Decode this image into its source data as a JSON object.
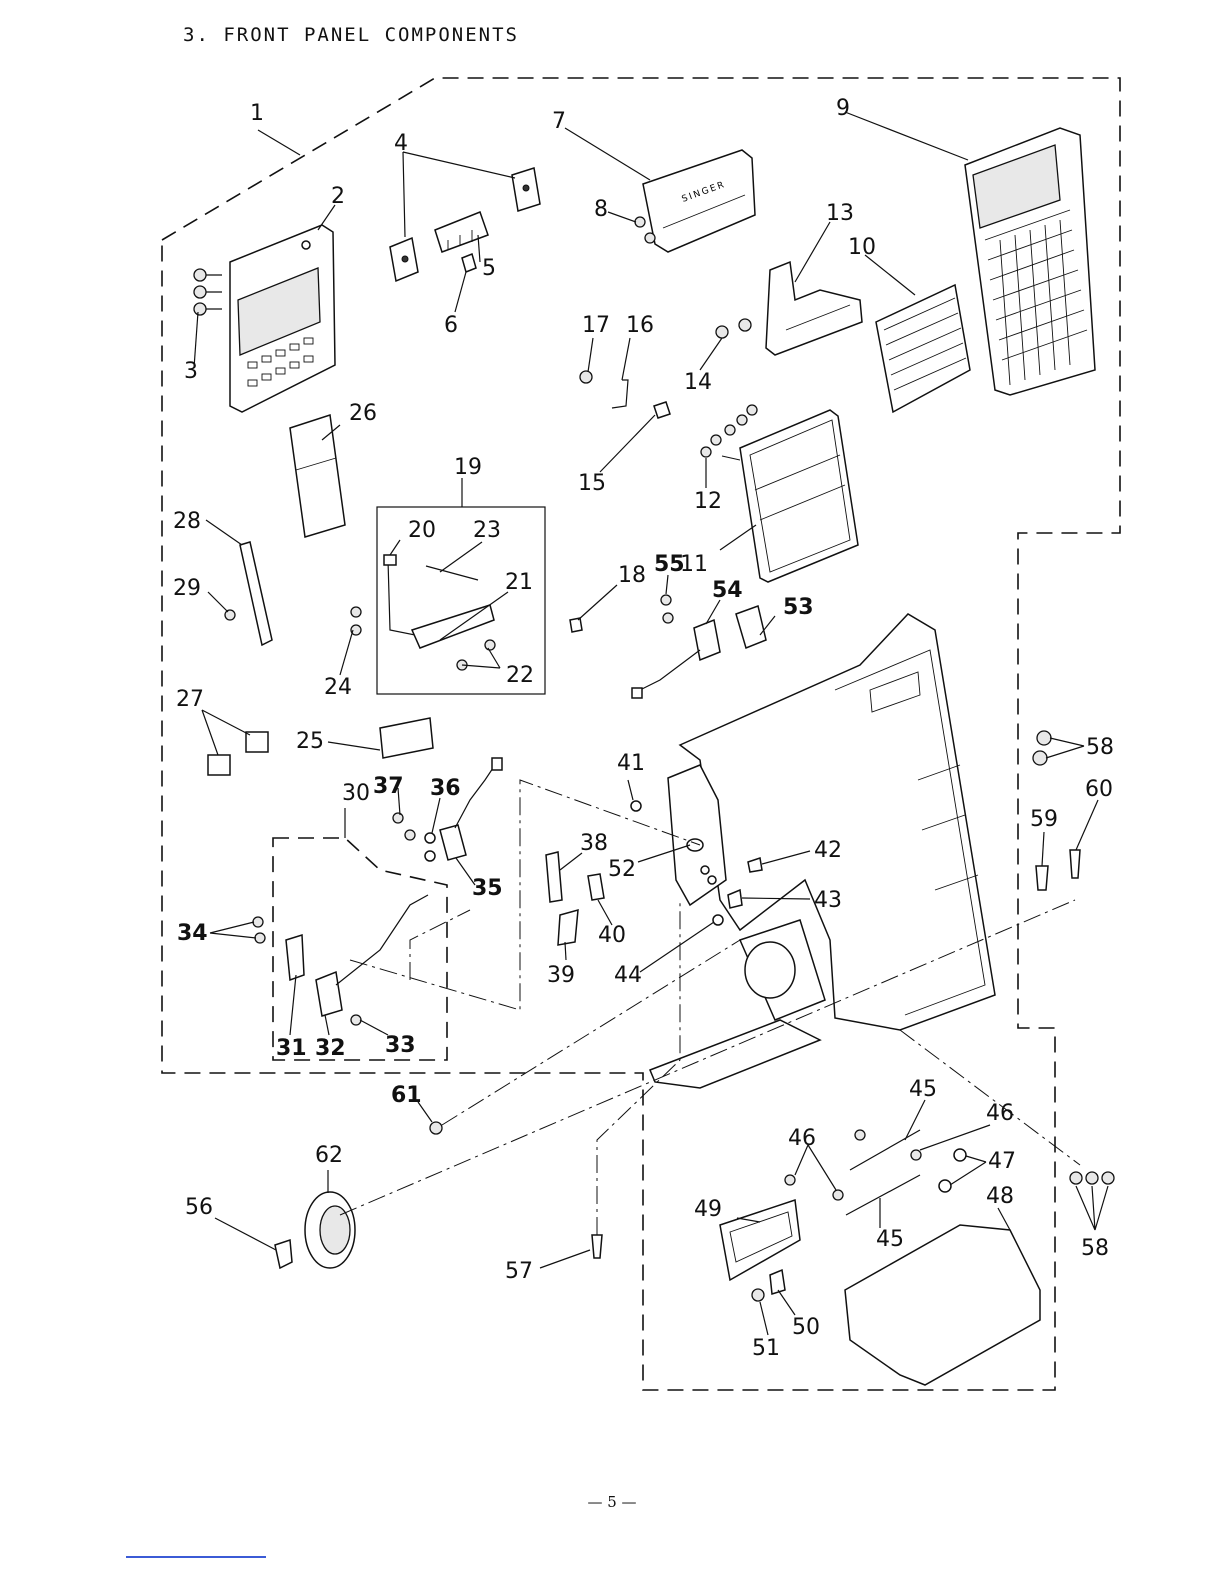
{
  "page": {
    "heading": "3. FRONT PANEL COMPONENTS",
    "page_number": "— 5 —"
  },
  "diagram": {
    "brand_text": "SINGER",
    "callouts": [
      {
        "id": "c1",
        "text": "1"
      },
      {
        "id": "c2",
        "text": "2"
      },
      {
        "id": "c3",
        "text": "3"
      },
      {
        "id": "c4",
        "text": "4"
      },
      {
        "id": "c5",
        "text": "5"
      },
      {
        "id": "c6",
        "text": "6"
      },
      {
        "id": "c7",
        "text": "7"
      },
      {
        "id": "c8",
        "text": "8"
      },
      {
        "id": "c9",
        "text": "9"
      },
      {
        "id": "c10",
        "text": "10"
      },
      {
        "id": "c11",
        "text": "11"
      },
      {
        "id": "c12",
        "text": "12"
      },
      {
        "id": "c13",
        "text": "13"
      },
      {
        "id": "c14",
        "text": "14"
      },
      {
        "id": "c15",
        "text": "15"
      },
      {
        "id": "c16",
        "text": "16"
      },
      {
        "id": "c17",
        "text": "17"
      },
      {
        "id": "c18",
        "text": "18"
      },
      {
        "id": "c19",
        "text": "19"
      },
      {
        "id": "c20",
        "text": "20"
      },
      {
        "id": "c21",
        "text": "21"
      },
      {
        "id": "c22",
        "text": "22"
      },
      {
        "id": "c23",
        "text": "23"
      },
      {
        "id": "c24",
        "text": "24"
      },
      {
        "id": "c25",
        "text": "25"
      },
      {
        "id": "c26",
        "text": "26"
      },
      {
        "id": "c27",
        "text": "27"
      },
      {
        "id": "c28",
        "text": "28"
      },
      {
        "id": "c29",
        "text": "29"
      },
      {
        "id": "c30",
        "text": "30"
      },
      {
        "id": "c31",
        "text": "31"
      },
      {
        "id": "c32",
        "text": "32"
      },
      {
        "id": "c33",
        "text": "33"
      },
      {
        "id": "c34",
        "text": "34"
      },
      {
        "id": "c35",
        "text": "35"
      },
      {
        "id": "c36",
        "text": "36"
      },
      {
        "id": "c37",
        "text": "37"
      },
      {
        "id": "c38",
        "text": "38"
      },
      {
        "id": "c39",
        "text": "39"
      },
      {
        "id": "c40",
        "text": "40"
      },
      {
        "id": "c41",
        "text": "41"
      },
      {
        "id": "c42",
        "text": "42"
      },
      {
        "id": "c43",
        "text": "43"
      },
      {
        "id": "c44",
        "text": "44"
      },
      {
        "id": "c45a",
        "text": "45"
      },
      {
        "id": "c45b",
        "text": "45"
      },
      {
        "id": "c46a",
        "text": "46"
      },
      {
        "id": "c46b",
        "text": "46"
      },
      {
        "id": "c47",
        "text": "47"
      },
      {
        "id": "c48",
        "text": "48"
      },
      {
        "id": "c49",
        "text": "49"
      },
      {
        "id": "c50",
        "text": "50"
      },
      {
        "id": "c51",
        "text": "51"
      },
      {
        "id": "c52",
        "text": "52"
      },
      {
        "id": "c53",
        "text": "53"
      },
      {
        "id": "c54",
        "text": "54"
      },
      {
        "id": "c55",
        "text": "55"
      },
      {
        "id": "c56",
        "text": "56"
      },
      {
        "id": "c57",
        "text": "57"
      },
      {
        "id": "c58a",
        "text": "58"
      },
      {
        "id": "c58b",
        "text": "58"
      },
      {
        "id": "c59",
        "text": "59"
      },
      {
        "id": "c60",
        "text": "60"
      },
      {
        "id": "c61",
        "text": "61"
      },
      {
        "id": "c62",
        "text": "62"
      }
    ]
  }
}
